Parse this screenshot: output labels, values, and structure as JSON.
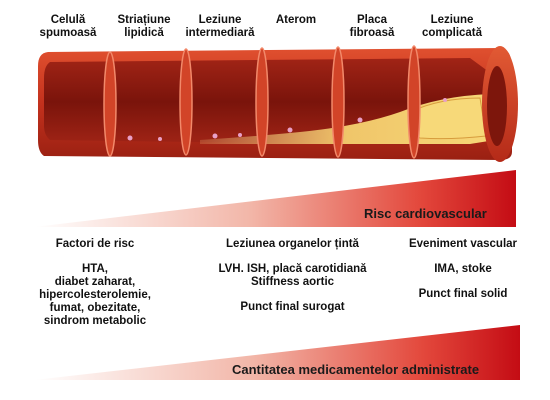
{
  "stages": [
    {
      "lines": [
        "Celulă",
        "spumoasă"
      ]
    },
    {
      "lines": [
        "Striațiune",
        "lipidică"
      ]
    },
    {
      "lines": [
        "Leziune",
        "intermediară"
      ]
    },
    {
      "lines": [
        "Aterom"
      ]
    },
    {
      "lines": [
        "Placa",
        "fibroasă"
      ]
    },
    {
      "lines": [
        "Leziune",
        "complicată"
      ]
    }
  ],
  "wedge_top": {
    "label": "Risc cardiovascular",
    "colors": [
      "#ffffff",
      "#f2b6a8",
      "#e3483c",
      "#c40c14"
    ]
  },
  "columns": [
    {
      "head": "Factori de risc",
      "body": [
        "HTA,",
        "diabet zaharat,",
        "hipercolesterolemie,",
        "fumat, obezitate,",
        "sindrom metabolic"
      ],
      "extra": []
    },
    {
      "head": "Leziunea organelor țintă",
      "body": [
        "LVH. ISH, placă carotidiană",
        "Stiffness aortic"
      ],
      "extra": [
        "Punct final surogat"
      ]
    },
    {
      "head": "Eveniment vascular",
      "body": [
        "IMA, stoke"
      ],
      "extra": [
        "Punct final solid"
      ]
    }
  ],
  "wedge_bottom": {
    "label": "Cantitatea medicamentelor administrate"
  },
  "colors": {
    "artery_outer": "#c3311d",
    "artery_inner": "#8e1a10",
    "plaque": "#f0c66a",
    "wedge_dark": "#c40c14"
  }
}
